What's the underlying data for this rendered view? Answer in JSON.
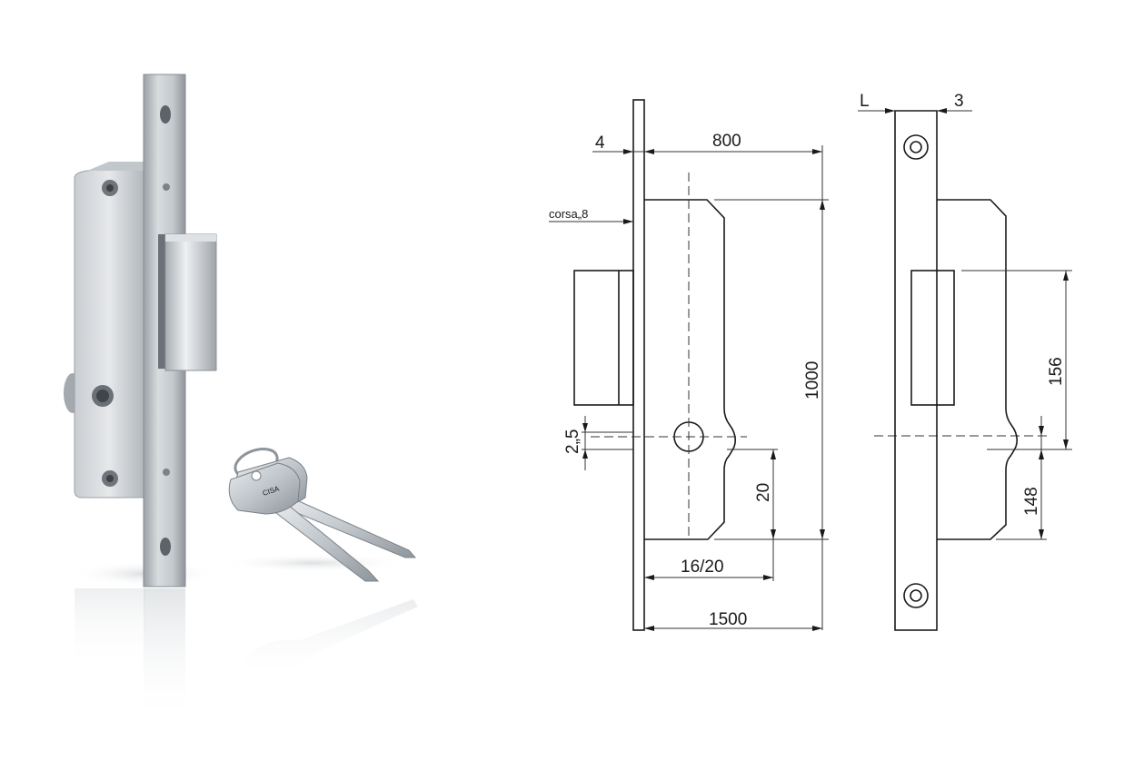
{
  "photo": {
    "subject": "mortise deadbolt lock with two keys",
    "key_brand_text": "CISA"
  },
  "drawing": {
    "dimensions": {
      "faceplate_thickness": "4",
      "backset": "800",
      "bolt_throw": "corsa„8",
      "case_height": "1000",
      "key_offset": "2„5",
      "keyhole_to_bottom": "20",
      "case_depth": "16/20",
      "overall_width": "1500",
      "left_label": "L",
      "right_label": "3",
      "bolt_span": "156",
      "lower_span": "148"
    },
    "colors": {
      "line": "#1a1a1a",
      "dim_line": "#333333",
      "metal_light": "#e3e6e9",
      "metal_mid": "#b9bec3",
      "metal_dark": "#8d9399"
    }
  }
}
